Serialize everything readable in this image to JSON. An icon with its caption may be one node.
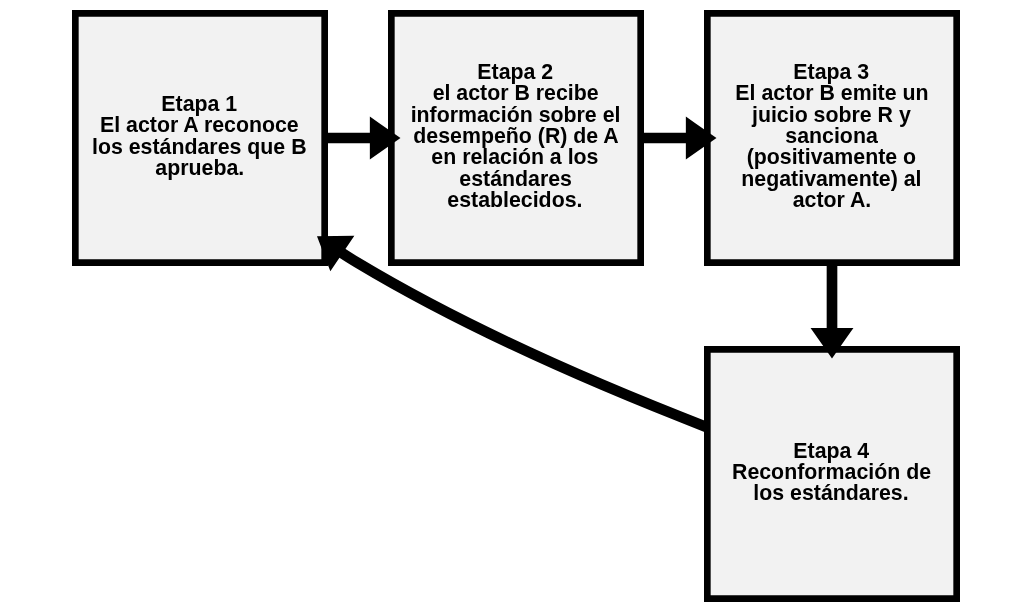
{
  "diagram": {
    "nodes": [
      {
        "text": [
          "Etapa 1",
          "El actor A reconoce los estándares que B aprueba."
        ]
      },
      {
        "text": [
          "Etapa 2",
          "el actor B recibe información sobre el desempeño (R) de A en relación a los estándares establecidos."
        ]
      },
      {
        "text": [
          "Etapa 3",
          "El actor B emite un juicio sobre R y sanciona (positivamente o negativamente) al actor A."
        ]
      },
      {
        "text": [
          "Etapa 4",
          "Reconformación de los estándares."
        ]
      }
    ],
    "edges": [
      {
        "from": 0,
        "to": 1,
        "arrow": "to"
      },
      {
        "from": 1,
        "to": 2,
        "arrow": "to"
      },
      {
        "from": 2,
        "to": 3,
        "arrow": "to"
      },
      {
        "from": 3,
        "to": 0,
        "arrow": "to"
      }
    ]
  }
}
